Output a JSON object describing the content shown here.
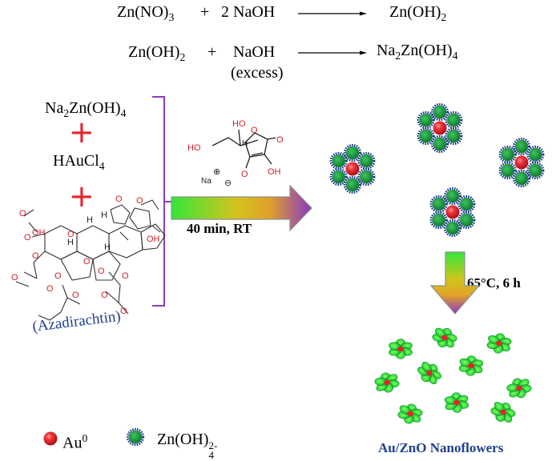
{
  "equations": {
    "eq1": {
      "reactant1_base": "Zn(NO)",
      "reactant1_sub": "3",
      "plus": "+",
      "reactant2": "2 NaOH",
      "product_base": "Zn(OH)",
      "product_sub": "2"
    },
    "eq2": {
      "reactant1_base": "Zn(OH)",
      "reactant1_sub": "2",
      "plus": "+",
      "reactant2": "NaOH",
      "reactant2_note": "(excess)",
      "product_na": "Na",
      "product_na_sub": "2",
      "product_mid": "Zn(OH)",
      "product_sub": "4"
    }
  },
  "reactants": {
    "na_zincate": {
      "base": "Na",
      "sub1": "2",
      "mid": "Zn(OH)",
      "sub2": "4"
    },
    "plus_sign": "+",
    "haucl": {
      "base": "HAuCl",
      "sub": "4"
    },
    "azadirachtin_label": "(Azadirachtin)"
  },
  "ascorbate": {
    "oh_top": "HO",
    "oh_left": "HO",
    "h": "H",
    "o_ring": "O",
    "o_carbonyl": "O",
    "o_minus": "O",
    "oh_right": "OH",
    "na": "Na",
    "plus_charge": "⊕",
    "minus_charge": "⊖"
  },
  "azadirachtin_atoms": [
    "H",
    "O",
    "H",
    "O",
    "OH",
    "H",
    "O",
    "O",
    "H",
    "O",
    "O",
    "O",
    "O",
    "OH",
    "O",
    "O",
    "O",
    "O",
    "O",
    "O",
    "O"
  ],
  "reaction_condition": "40 min, RT",
  "heating_condition": "65°C, 6 h",
  "product_label": "Au/ZnO Nanoflowers",
  "legend": {
    "au_label": "Au",
    "au_sup": "0",
    "zn_label": "Zn(OH)",
    "zn_sub": "4",
    "zn_sup": "2-"
  },
  "colors": {
    "red": "#e8232a",
    "green_dark": "#1a8d3c",
    "green_light": "#35e04a",
    "navy": "#1c3e8c",
    "purple": "#8d3bbd",
    "label_blue": "#1f3f8f"
  }
}
